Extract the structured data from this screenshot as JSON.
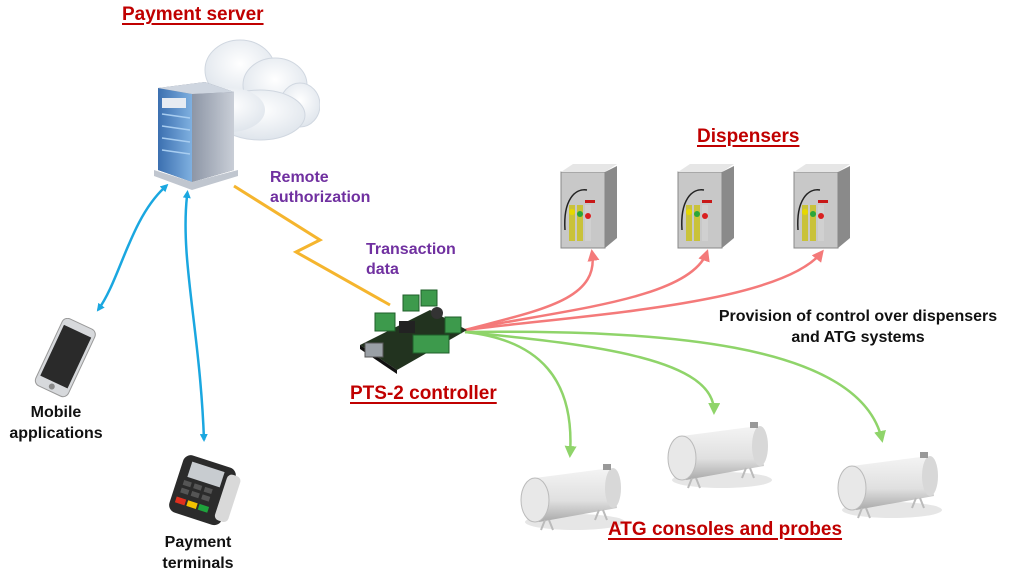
{
  "diagram": {
    "titles": {
      "payment_server": "Payment server",
      "dispensers": "Dispensers",
      "pts_controller": "PTS-2 controller",
      "atg": "ATG consoles and probes"
    },
    "annotations": {
      "remote_authorization": [
        "Remote",
        "authorization"
      ],
      "transaction_data": [
        "Transaction",
        "data"
      ],
      "provision_control": [
        "Provision of control over dispensers",
        "and ATG systems"
      ]
    },
    "labels": {
      "mobile_applications": [
        "Mobile",
        "applications"
      ],
      "payment_terminals": [
        "Payment",
        "terminals"
      ]
    },
    "nodes": [
      {
        "id": "payment-server",
        "icon": "server-cloud-icon"
      },
      {
        "id": "mobile-phone",
        "icon": "smartphone-icon"
      },
      {
        "id": "payment-terminal",
        "icon": "pos-terminal-icon"
      },
      {
        "id": "pts-controller",
        "icon": "circuit-board-icon"
      },
      {
        "id": "dispenser-1",
        "icon": "fuel-dispenser-icon"
      },
      {
        "id": "dispenser-2",
        "icon": "fuel-dispenser-icon"
      },
      {
        "id": "dispenser-3",
        "icon": "fuel-dispenser-icon"
      },
      {
        "id": "tank-1",
        "icon": "fuel-tank-icon"
      },
      {
        "id": "tank-2",
        "icon": "fuel-tank-icon"
      },
      {
        "id": "tank-3",
        "icon": "fuel-tank-icon"
      }
    ],
    "edges": [
      {
        "from": "payment-server",
        "to": "mobile-phone",
        "type": "bidirectional",
        "color": "#1aa7e0"
      },
      {
        "from": "payment-server",
        "to": "payment-terminal",
        "type": "bidirectional",
        "color": "#1aa7e0"
      },
      {
        "from": "payment-server",
        "to": "pts-controller",
        "type": "wireless",
        "color": "#f5b52e"
      },
      {
        "from": "pts-controller",
        "to": "dispenser-1",
        "type": "directed",
        "color": "#f47a7a"
      },
      {
        "from": "pts-controller",
        "to": "dispenser-2",
        "type": "directed",
        "color": "#f47a7a"
      },
      {
        "from": "pts-controller",
        "to": "dispenser-3",
        "type": "directed",
        "color": "#f47a7a"
      },
      {
        "from": "pts-controller",
        "to": "tank-1",
        "type": "directed",
        "color": "#8fd46a"
      },
      {
        "from": "pts-controller",
        "to": "tank-2",
        "type": "directed",
        "color": "#8fd46a"
      },
      {
        "from": "pts-controller",
        "to": "tank-3",
        "type": "directed",
        "color": "#8fd46a"
      }
    ],
    "colors": {
      "title": "#c00000",
      "annotation": "#7030a0",
      "label": "#111111"
    }
  }
}
